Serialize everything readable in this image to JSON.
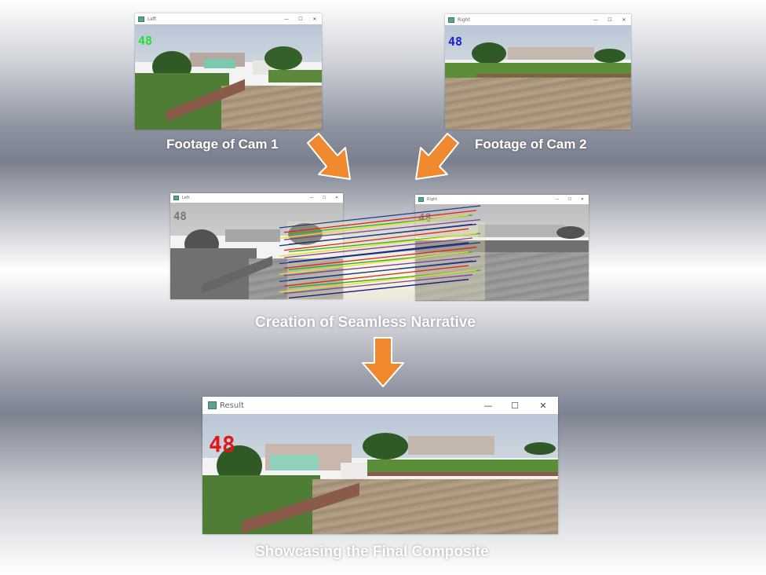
{
  "captions": {
    "cam1": "Footage of Cam 1",
    "cam2": "Footage of Cam 2",
    "matching": "Creation of Seamless Narrative",
    "result": "Showcasing the Final Composite"
  },
  "windows": {
    "left": {
      "title": "Left",
      "counter": "48",
      "counter_color": "#22e03a"
    },
    "right": {
      "title": "Right",
      "counter": "48",
      "counter_color": "#1a22d8"
    },
    "left_gray": {
      "title": "Left",
      "counter": "48",
      "counter_color": "#777777"
    },
    "right_gray": {
      "title": "Right",
      "counter": "48",
      "counter_color": "#888888"
    },
    "result": {
      "title": "Result",
      "counter": "48",
      "counter_color": "#e01818"
    }
  },
  "controls": {
    "minimize": "—",
    "maximize": "☐",
    "close": "✕"
  },
  "colors": {
    "arrow": "#f0892e",
    "match_lines": [
      "#1f3b8c",
      "#e0201a",
      "#2fa82f",
      "#e8e020",
      "#7a3fa0",
      "#1a1a7a"
    ]
  }
}
